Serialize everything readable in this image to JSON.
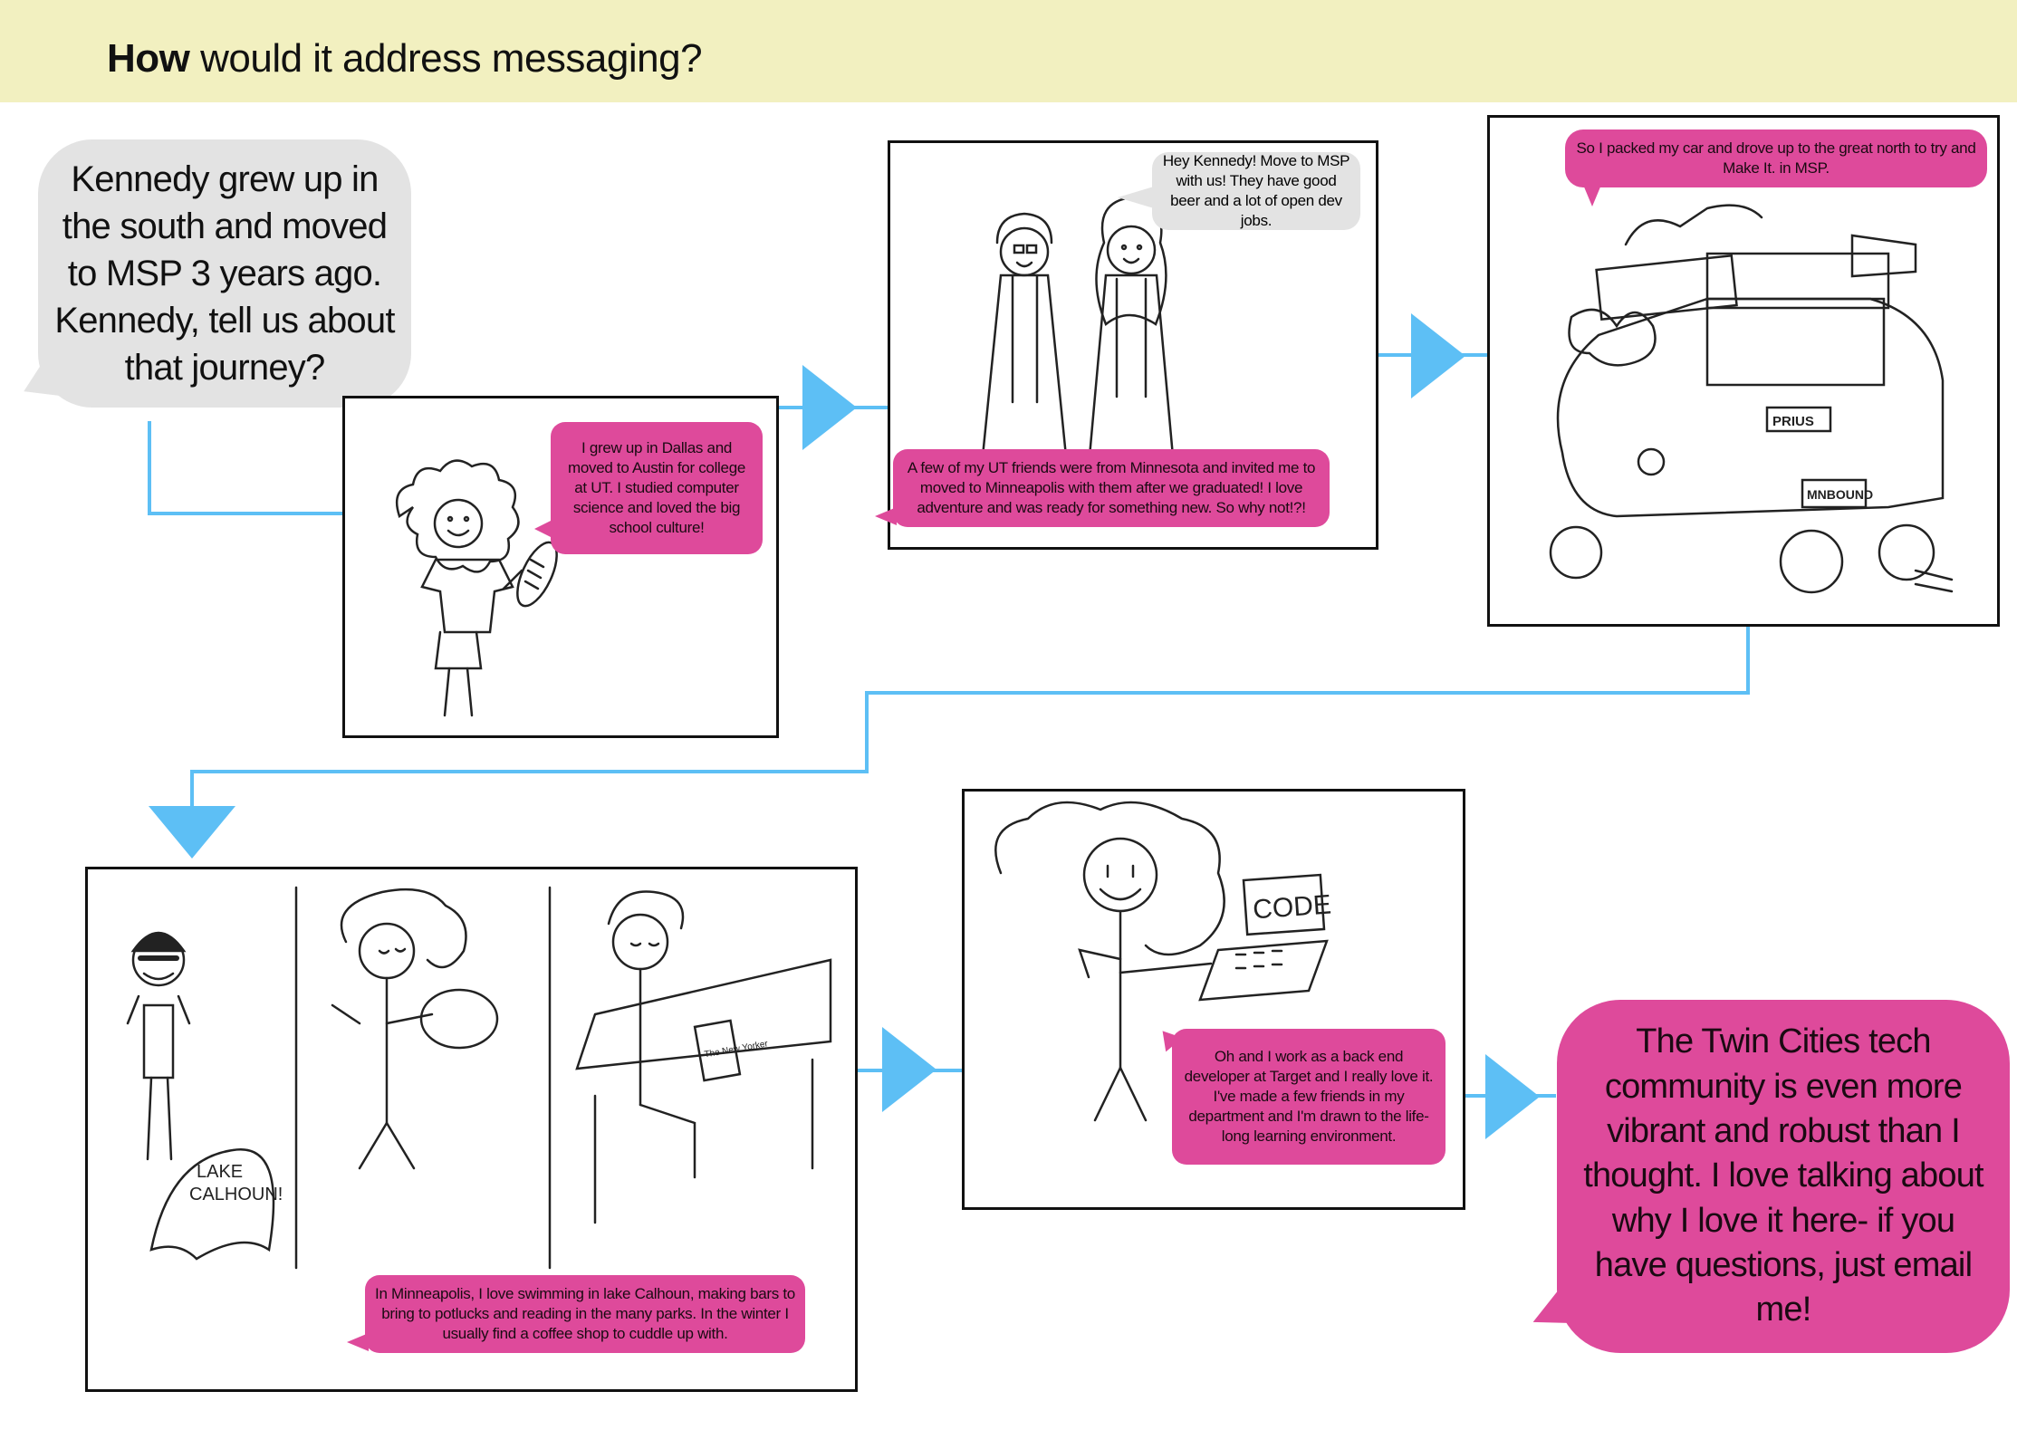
{
  "header": {
    "title_bold": "How",
    "title_rest": " would it address messaging?"
  },
  "colors": {
    "header_bg": "#f2f0c0",
    "connector": "#5dbff5",
    "pink_bubble": "#de4a9b",
    "gray_bubble": "#e3e3e3"
  },
  "intro_bubble": "Kennedy grew up in the south and moved to MSP 3 years ago. Kennedy, tell us about that journey?",
  "panels": [
    {
      "caption": "I grew up in Dallas and moved to Austin for college at UT. I studied computer science and loved the big school culture!"
    },
    {
      "speech": "Hey Kennedy! Move to MSP with us! They have good beer and a lot of open dev jobs.",
      "caption": "A few of my UT friends were from Minnesota and invited me to moved to Minneapolis with them after we graduated! I love adventure and was ready for something new. So why not!?!"
    },
    {
      "caption": "So I packed my car and drove up to the great north to try and Make It. in MSP.",
      "car_labels": [
        "PRIUS",
        "MNBOUND"
      ]
    },
    {
      "caption": "In Minneapolis, I love swimming in lake Calhoun, making bars to bring to potlucks and reading in the many parks. In the winter I usually find a coffee shop to cuddle up with.",
      "sketch_labels": [
        "LAKE",
        "CALHOUN!",
        "The New Yorker"
      ]
    },
    {
      "caption": "Oh and I work as a back end developer at Target and I really love it. I've made a few friends in my department and I'm drawn to the life-long learning environment.",
      "screen_label": "CODE"
    }
  ],
  "closing_bubble": "The Twin Cities tech community is even more vibrant and robust than I thought. I love talking about why I love it here- if you have questions, just email me!"
}
